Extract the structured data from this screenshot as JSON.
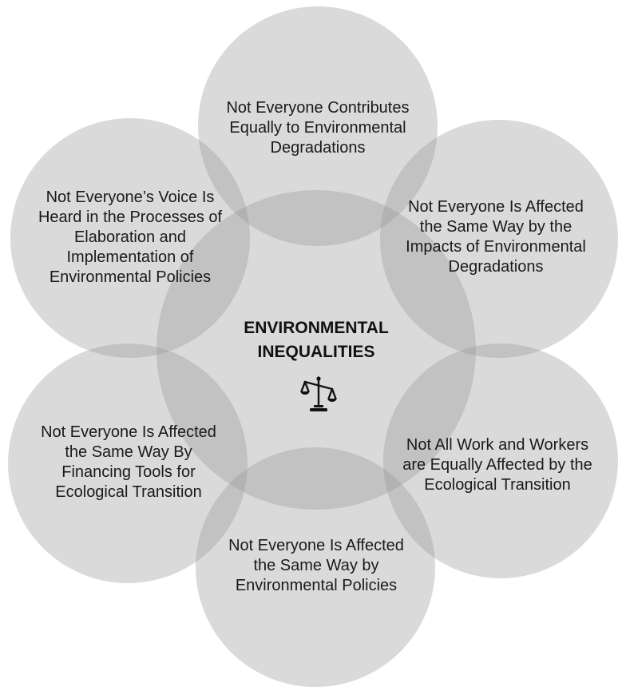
{
  "center": {
    "title_line1": "ENVIRONMENTAL",
    "title_line2": "INEQUALITIES",
    "icon": "scale-of-justice-icon"
  },
  "petals": {
    "top": "Not Everyone Contributes Equally to Environmental Degradations",
    "upper_right": "Not Everyone Is Affected the Same Way by the Impacts of Environmental Degradations",
    "lower_right": "Not All Work and Workers are Equally Affected by the Ecological Transition",
    "bottom": "Not Everyone Is Affected the Same Way by Environmental Policies",
    "lower_left": "Not Everyone Is Affected the Same Way By Financing Tools for Ecological Transition",
    "upper_left": "Not Everyone’s Voice Is Heard in the Processes of Elaboration and Implementation of Environmental Policies"
  },
  "colors": {
    "circle_fill": "#969696",
    "text": "#1a1a1a"
  }
}
